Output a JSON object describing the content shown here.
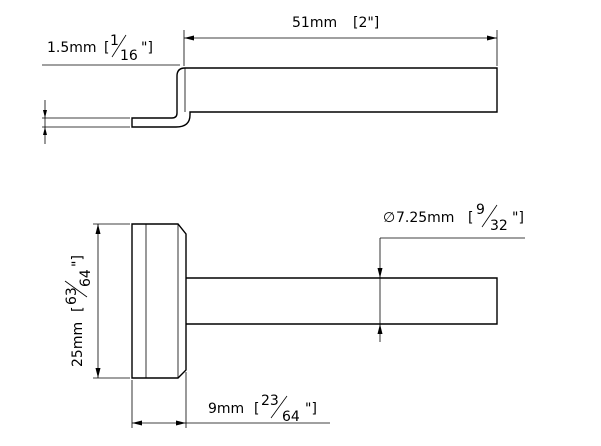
{
  "dimensions": {
    "thickness": {
      "metric": "1.5mm",
      "imperial_whole": "",
      "imperial_num": "1",
      "imperial_den": "16"
    },
    "length": {
      "metric": "51mm",
      "imperial": "[2\"]"
    },
    "shaft_diameter": {
      "symbol": "∅",
      "metric": "7.25mm",
      "imperial_num": "9",
      "imperial_den": "32"
    },
    "head_height": {
      "metric": "25mm",
      "imperial_num": "63",
      "imperial_den": "64"
    },
    "head_width": {
      "metric": "9mm",
      "imperial_num": "23",
      "imperial_den": "64"
    }
  }
}
